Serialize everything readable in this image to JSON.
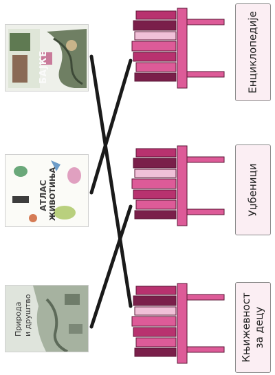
{
  "colors": {
    "book_dark": "#7a1f4a",
    "book_mid": "#b8326f",
    "book_pink": "#dd5b98",
    "book_light": "#f0c0d8",
    "label_bg": "#fbeef3",
    "line": "#1a1a1a"
  },
  "books": [
    {
      "name": "encyclopedia-cover",
      "title": "БАЈКЕ"
    },
    {
      "name": "atlas-cover",
      "title": "АТЛАС",
      "subtitle": "ЖИВОТИЊА"
    },
    {
      "name": "textbook-cover",
      "title": "Природа",
      "subtitle": "и друштво"
    }
  ],
  "categories": [
    {
      "name": "category-encyclopedias",
      "label": "Енциклопедије"
    },
    {
      "name": "category-textbooks",
      "label": "Уџбеници"
    },
    {
      "name": "category-childrens-literature",
      "line1": "Књижевност",
      "line2": "за децу"
    }
  ],
  "matching_lines": [
    {
      "from": "encyclopedia-cover",
      "to": "category-childrens-literature"
    },
    {
      "from": "atlas-cover",
      "to": "category-encyclopedias"
    },
    {
      "from": "textbook-cover",
      "to": "category-textbooks"
    }
  ]
}
